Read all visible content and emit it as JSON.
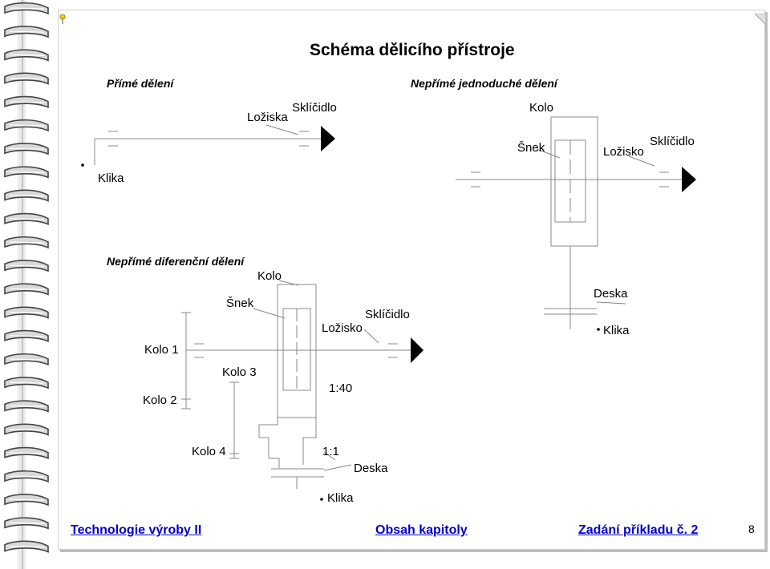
{
  "title": "Schéma dělicího přístroje",
  "sections": {
    "direct": {
      "heading": "Přímé dělení",
      "bearings": "Ložiska",
      "chuck": "Sklíčidlo",
      "crank": "Klika"
    },
    "indirect_simple": {
      "heading": "Nepřímé jednoduché dělení",
      "wheel": "Kolo",
      "worm": "Šnek",
      "bearing": "Ložisko",
      "chuck": "Sklíčidlo",
      "plate": "Deska",
      "crank": "Klika"
    },
    "differential": {
      "heading": "Nepřímé diferenční dělení",
      "wheel": "Kolo",
      "worm": "Šnek",
      "chuck": "Sklíčidlo",
      "bearing": "Ložisko",
      "wheel1": "Kolo 1",
      "wheel2": "Kolo 2",
      "wheel3": "Kolo 3",
      "wheel4": "Kolo 4",
      "ratio1": "1:40",
      "ratio2": "1:1",
      "plate": "Deska",
      "crank": "Klika"
    }
  },
  "footer": {
    "link_course": "Technologie výroby II",
    "link_contents": "Obsah kapitoly",
    "link_task": "Zadání příkladu č. 2",
    "page_number": "8"
  }
}
